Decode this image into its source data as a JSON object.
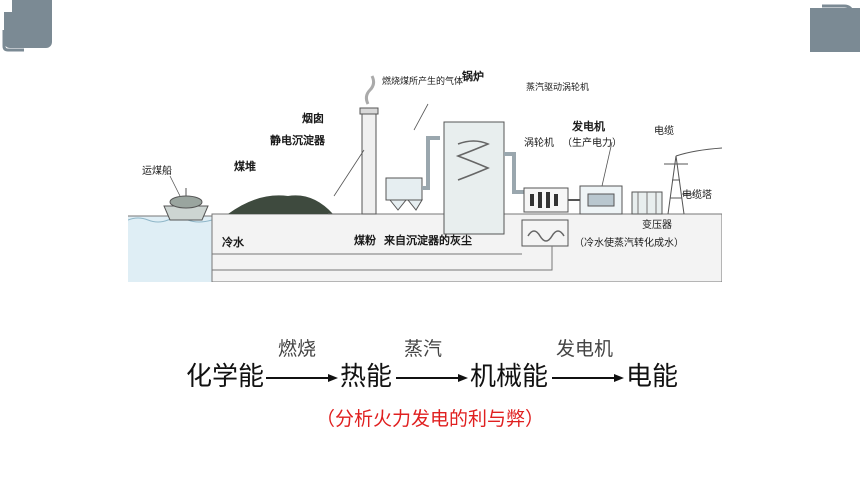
{
  "diagram": {
    "labels": {
      "ship": "运煤船",
      "coal_pile": "煤堆",
      "chimney": "烟囱",
      "precipitator": "静电沉淀器",
      "flue_gas": "燃烧煤所产生的气体",
      "boiler": "锅炉",
      "steam_turbine": "蒸汽驱动涡轮机",
      "turbine": "涡轮机",
      "generator_title": "发电机",
      "generator_sub": "（生产电力）",
      "cable": "电缆",
      "tower": "电缆塔",
      "transformer": "变压器",
      "cold_water": "冷水",
      "coal_powder": "煤粉",
      "ash": "来自沉淀器的灰尘",
      "condense": "（冷水使蒸汽转化成水）"
    },
    "colors": {
      "water": "#dfeef5",
      "ground": "#f2f2f2",
      "coal": "#3e4a3e",
      "pipe": "#9aa7ae",
      "boiler": "#e8eeee"
    }
  },
  "chain": {
    "terms": [
      "化学能",
      "热能",
      "机械能",
      "电能"
    ],
    "processes": [
      "燃烧",
      "蒸汽",
      "发电机"
    ]
  },
  "note": "（分析火力发电的利与弊）",
  "theme": {
    "corner": "#7b8a94",
    "note": "#e02020"
  }
}
